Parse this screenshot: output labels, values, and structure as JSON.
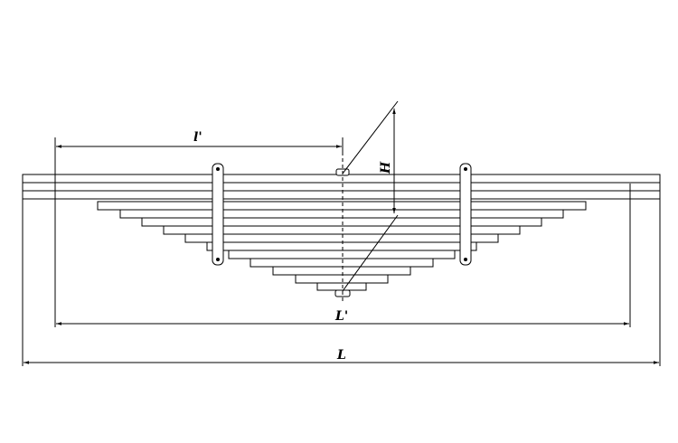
{
  "drawing": {
    "labels": {
      "arm_length": "l'",
      "height": "H",
      "span": "L'",
      "total_length": "L"
    }
  }
}
